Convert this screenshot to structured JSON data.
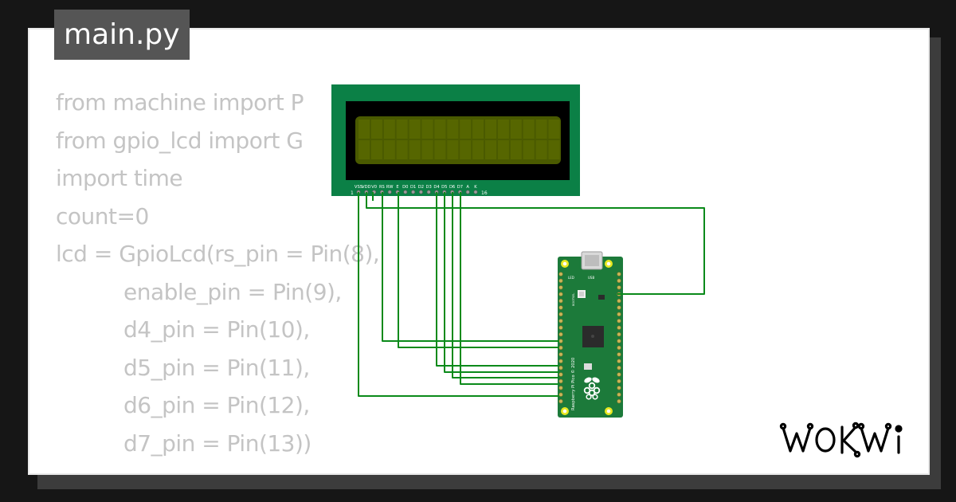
{
  "editor": {
    "filename": "main.py",
    "code_lines": [
      {
        "text": "from machine import P",
        "indent": false
      },
      {
        "text": "from gpio_lcd import G",
        "indent": false
      },
      {
        "text": "import time",
        "indent": false
      },
      {
        "text": "count=0",
        "indent": false
      },
      {
        "text": "lcd = GpioLcd(rs_pin = Pin(8),",
        "indent": false
      },
      {
        "text": "enable_pin = Pin(9),",
        "indent": true
      },
      {
        "text": "d4_pin = Pin(10),",
        "indent": true
      },
      {
        "text": "d5_pin = Pin(11),",
        "indent": true
      },
      {
        "text": "d6_pin = Pin(12),",
        "indent": true
      },
      {
        "text": "d7_pin = Pin(13))",
        "indent": true
      }
    ]
  },
  "lcd": {
    "pin_labels": [
      "VSS",
      "VDD",
      "V0",
      "RS",
      "RW",
      "E",
      "D0",
      "D1",
      "D2",
      "D3",
      "D4",
      "D5",
      "D6",
      "D7",
      "A",
      "K"
    ],
    "pin_start": "1",
    "pin_end": "16",
    "colors": {
      "board": "#0b8046",
      "bezel": "#000000",
      "screen": "#4a5a00"
    }
  },
  "pico": {
    "silkscreen": "Raspberry Pi Pico © 2020",
    "usb_label": "USB",
    "led_label": "LED",
    "bootsel_label": "BOOTSEL",
    "colors": {
      "board": "#1c7a3a",
      "pad": "#e8e820"
    }
  },
  "wires": {
    "color": "#0a8a1a"
  },
  "brand": {
    "logo": "WOKWi"
  },
  "theme": {
    "background": "#161616",
    "card": "#ffffff",
    "code_text": "#c4c4c4",
    "tab_bg": "#555555"
  }
}
